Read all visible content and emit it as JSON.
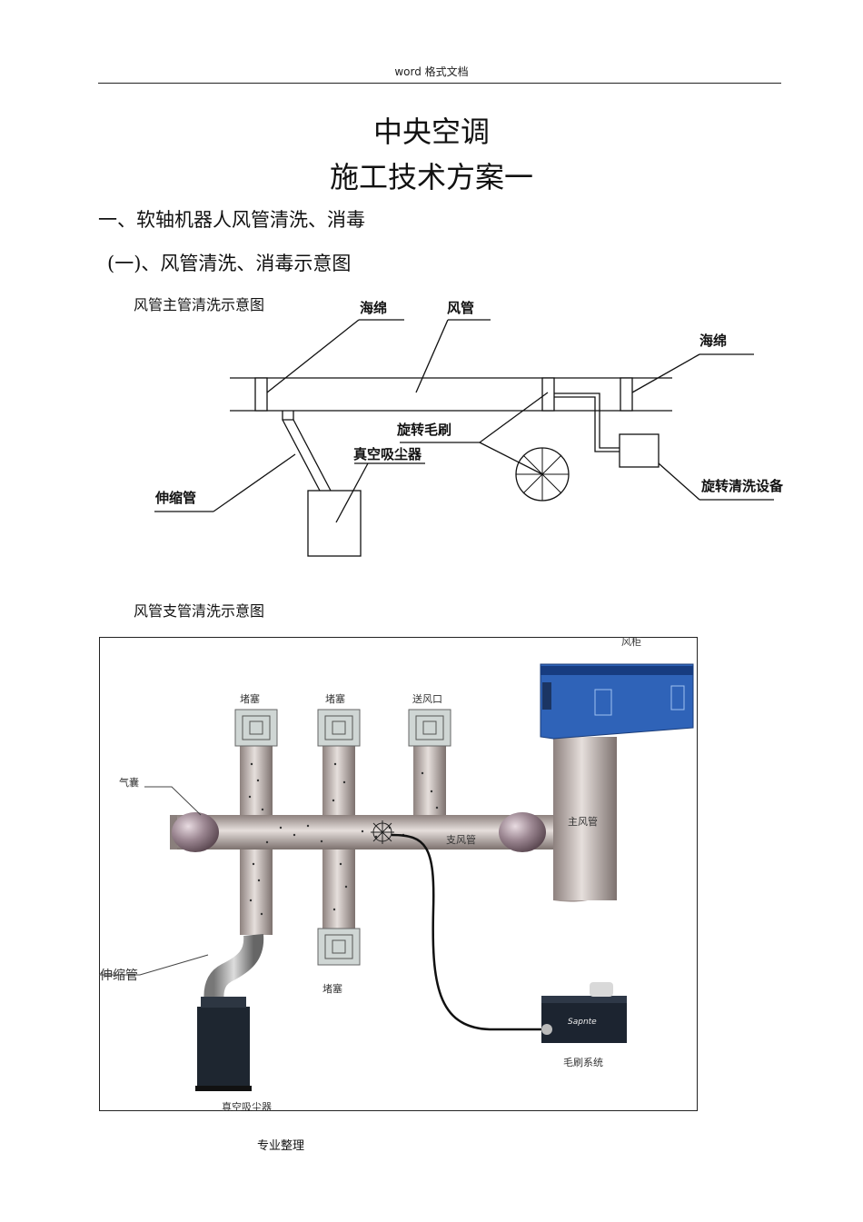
{
  "header": {
    "text": "word 格式文档"
  },
  "title": {
    "line1": "中央空调",
    "line2": "施工技术方案一"
  },
  "section1": {
    "heading": "一、软轴机器人风管清洗、消毒"
  },
  "section1_1": {
    "heading": "(一)、风管清洗、消毒示意图"
  },
  "diagram1": {
    "caption": "风管主管清洗示意图",
    "labels": {
      "sponge_left": "海绵",
      "duct": "风管",
      "sponge_right": "海绵",
      "rotating_brush": "旋转毛刷",
      "vacuum": "真空吸尘器",
      "flex_pipe": "伸缩管",
      "rotating_cleaner": "旋转清洗设备"
    }
  },
  "diagram2": {
    "caption": "风管支管清洗示意图",
    "labels": {
      "ahu": "风柜",
      "plug1": "堵塞",
      "plug2": "堵塞",
      "outlet": "送风口",
      "airbag": "气囊",
      "main_duct": "主风管",
      "branch_duct": "支风管",
      "flex_pipe": "伸缩管",
      "plug_bottom": "堵塞",
      "brush_system": "毛刷系统",
      "vacuum": "真空吸尘器",
      "brand": "Sapnte"
    }
  },
  "footer": {
    "text": "专业整理"
  },
  "colors": {
    "duct": "#b3a9a6",
    "airbag": "#8f7b84",
    "ahu": "#2f63b8",
    "machine": "#1c2430"
  }
}
